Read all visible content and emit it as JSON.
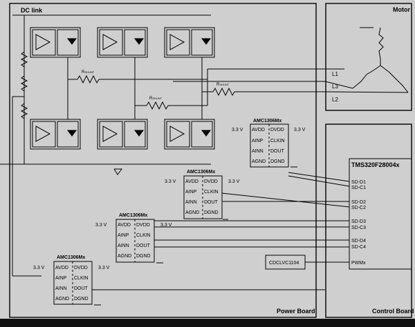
{
  "boards": {
    "power": "Power Board",
    "motor": "Motor",
    "control": "Control Board"
  },
  "dc_link": "DC link",
  "shunt": {
    "main": "R",
    "sub": "SHUNT"
  },
  "phases": [
    "L1",
    "L3",
    "L2"
  ],
  "amc_chip": {
    "name": "AMC1306Mx",
    "pins_left": [
      "AVDD",
      "AINP",
      "AINN",
      "AGND"
    ],
    "pins_right": [
      "DVDD",
      "CLKIN",
      "DOUT",
      "DGND"
    ],
    "supply": "3.3 V"
  },
  "buffer": "CDCLVC1104",
  "mcu": {
    "name": "TMS320F28004x",
    "pins": [
      "SD-D1",
      "SD-C1",
      "SD-D2",
      "SD-C2",
      "SD-D3",
      "SD-C3",
      "SD-D4",
      "SD-C4",
      "PWMx"
    ]
  },
  "colors": {
    "background": "#cfcfcf",
    "line": "#000000",
    "strip": "#111111"
  }
}
